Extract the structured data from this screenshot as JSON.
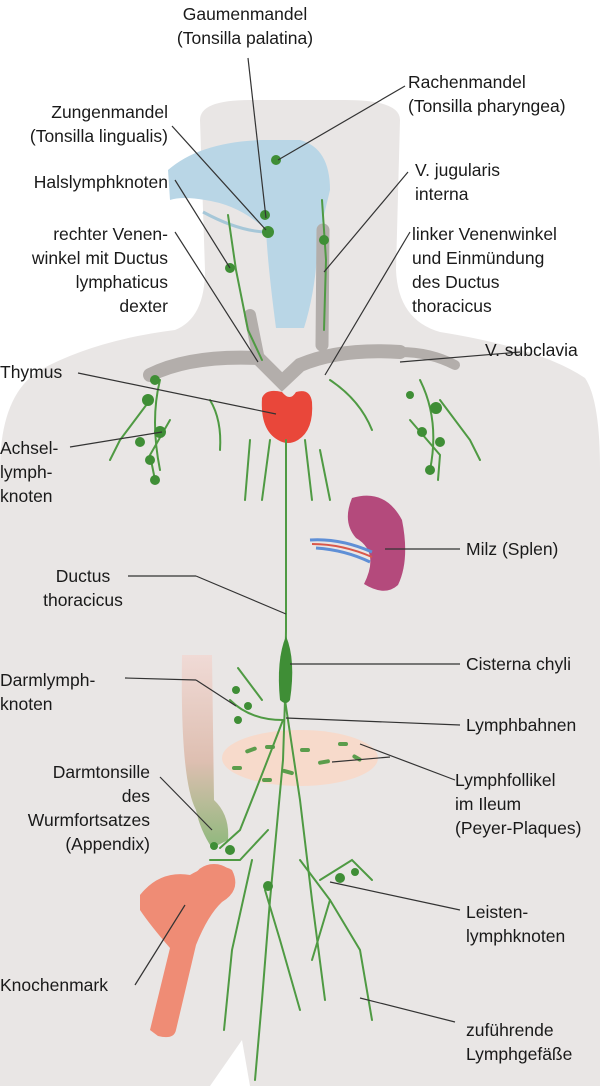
{
  "labels": {
    "gaumenmandel": [
      "Gaumenmandel",
      "(Tonsilla palatina)"
    ],
    "rachenmandel": [
      "Rachenmandel",
      "(Tonsilla pharyngea)"
    ],
    "zungenmandel": [
      "Zungenmandel",
      "(Tonsilla lingualis)"
    ],
    "jugularis": [
      "V. jugularis",
      "interna"
    ],
    "halslymph": [
      "Halslymphknoten"
    ],
    "venenwinkel_r": [
      "rechter Venen-",
      "winkel mit Ductus",
      "lymphaticus",
      "dexter"
    ],
    "venenwinkel_l": [
      "linker Venenwinkel",
      "und Einmündung",
      "des Ductus",
      "thoracicus"
    ],
    "subclavia": [
      "V. subclavia"
    ],
    "thymus": [
      "Thymus"
    ],
    "achsel": [
      "Achsel-",
      "lymph-",
      "knoten"
    ],
    "milz": [
      "Milz (Splen)"
    ],
    "ductus": [
      "Ductus",
      "thoracicus"
    ],
    "cisterna": [
      "Cisterna chyli"
    ],
    "darmlymph": [
      "Darmlymph-",
      "knoten"
    ],
    "lymphbahnen": [
      "Lymphbahnen"
    ],
    "peyer": [
      "Lymphfollikel",
      "im Ileum",
      "(Peyer-Plaques)"
    ],
    "darmtonsille": [
      "Darmtonsille",
      "des",
      "Wurmfortsatzes",
      "(Appendix)"
    ],
    "leisten": [
      "Leisten-",
      "lymphknoten"
    ],
    "knochenmark": [
      "Knochenmark"
    ],
    "zufuehrende": [
      "zuführende",
      "Lymphgefäße"
    ]
  },
  "colors": {
    "body": "#e9e6e5",
    "lymph": "#4f9a43",
    "node": "#3f8e36",
    "vein": "#b3aeab",
    "throat": "#b9d6e6",
    "thymus": "#e9473a",
    "spleen": "#b44a7c",
    "bone": "#ef8c75",
    "peyer": "#f8d8c8",
    "leader": "#333333"
  }
}
